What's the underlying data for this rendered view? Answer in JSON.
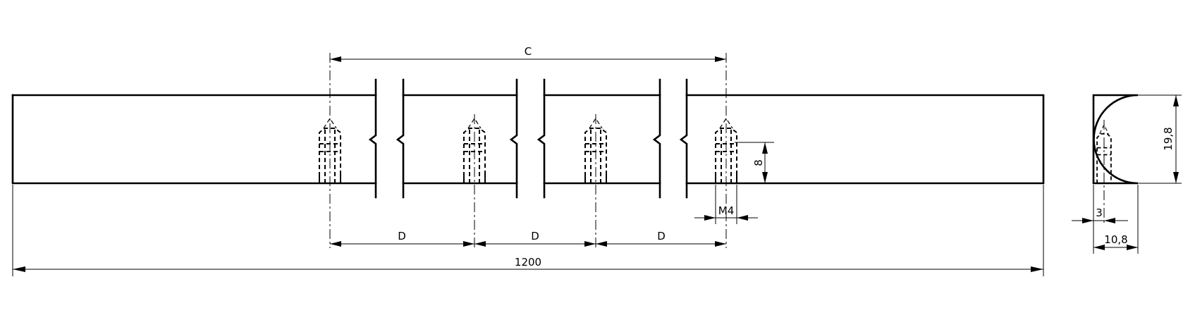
{
  "dimensions": {
    "total_length": "1200",
    "pitch_c": "C",
    "spacing_d1": "D",
    "spacing_d2": "D",
    "spacing_d3": "D",
    "hole_depth": "8",
    "thread": "M4",
    "height": "19,8",
    "hole_offset": "3",
    "width": "10,8"
  },
  "colors": {
    "line": "#000000",
    "background": "#ffffff"
  }
}
